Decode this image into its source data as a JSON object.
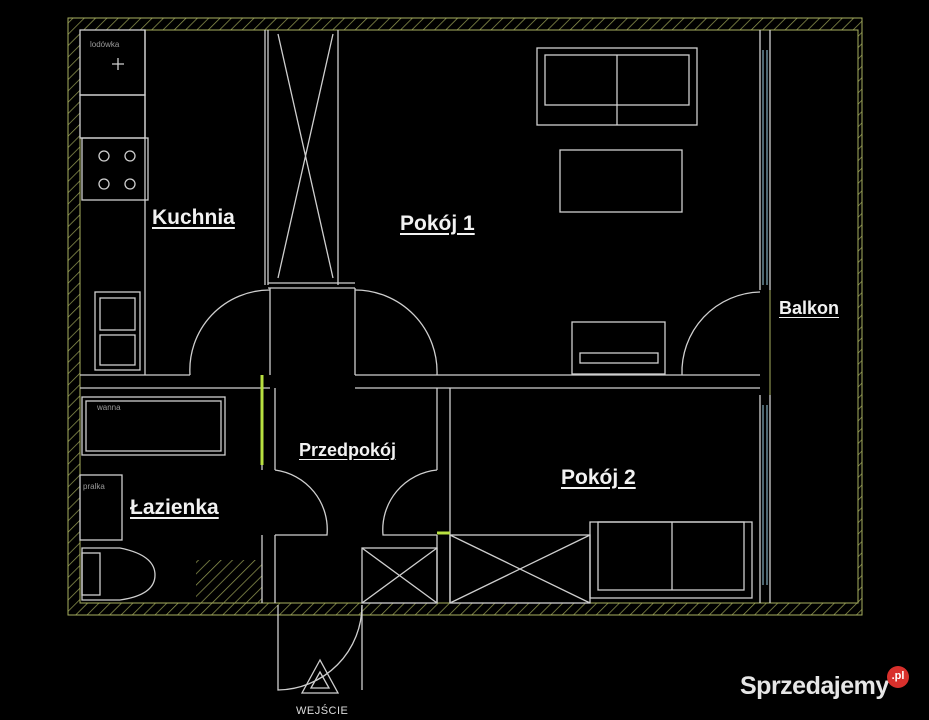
{
  "rooms": {
    "kitchen": "Kuchnia",
    "room1": "Pokój 1",
    "balcony": "Balkon",
    "hallway": "Przedpokój",
    "room2": "Pokój 2",
    "bathroom": "Łazienka"
  },
  "fixtures": {
    "fridge": "lodówka",
    "bathtub": "wanna",
    "washer": "pralka"
  },
  "entrance": "WEJŚCIE",
  "watermark": {
    "name": "Sprzedajemy",
    "suffix": ".pl",
    "badge_color": "#d8302c"
  },
  "colors": {
    "background": "#000000",
    "lines": "#cfcfcf",
    "walls": "#a8b060",
    "accent": "#b8e040"
  }
}
